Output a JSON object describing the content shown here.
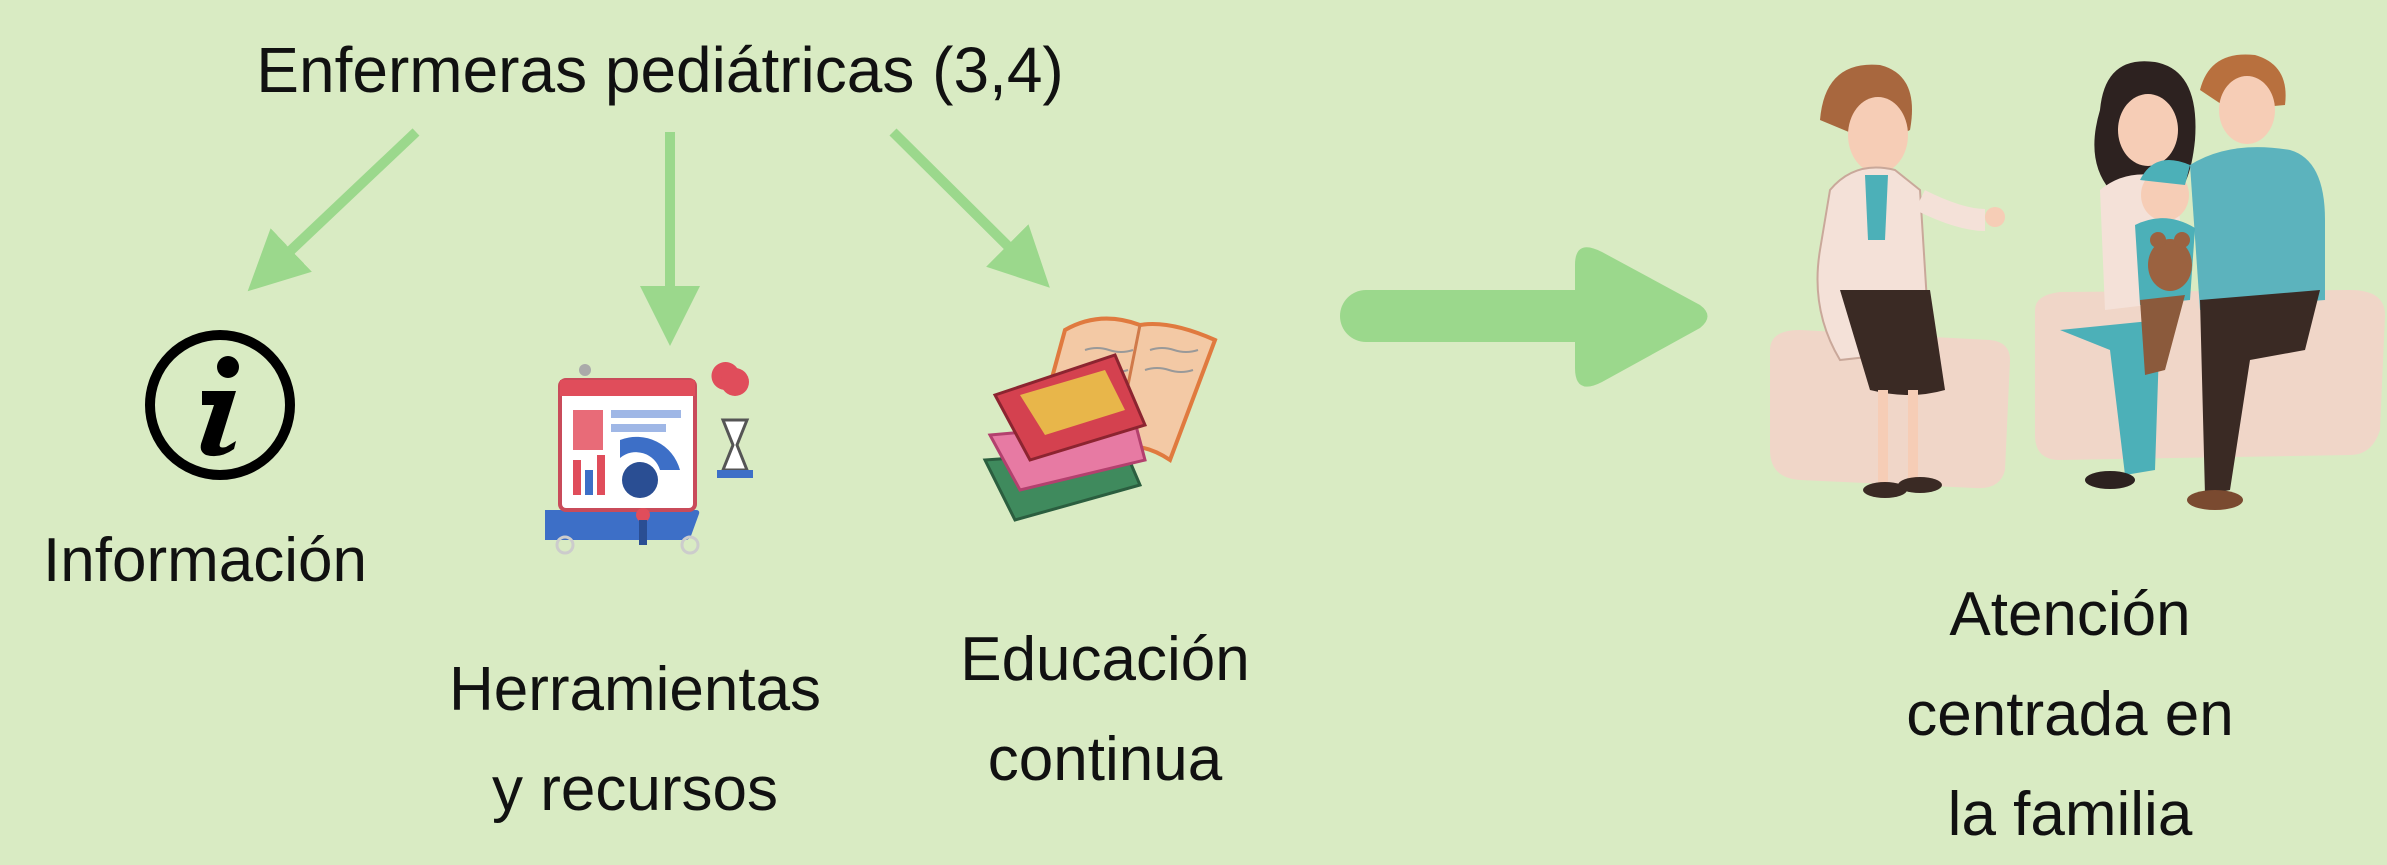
{
  "title": "Enfermeras pediátricas (3,4)",
  "nodes": {
    "info": {
      "label": "Información",
      "icon": "info-icon"
    },
    "tools": {
      "label_line1": "Herramientas",
      "label_line2": "y recursos",
      "icon": "digital-tools-illustration"
    },
    "education": {
      "label_line1": "Educación",
      "label_line2": "continua",
      "icon": "books-icon"
    },
    "family": {
      "label_line1": "Atención",
      "label_line2": "centrada en",
      "label_line3": "la familia",
      "icon": "nurse-family-illustration"
    }
  },
  "colors": {
    "background": "#d9ebc3",
    "arrow": "#9bd88c",
    "text": "#111111"
  }
}
